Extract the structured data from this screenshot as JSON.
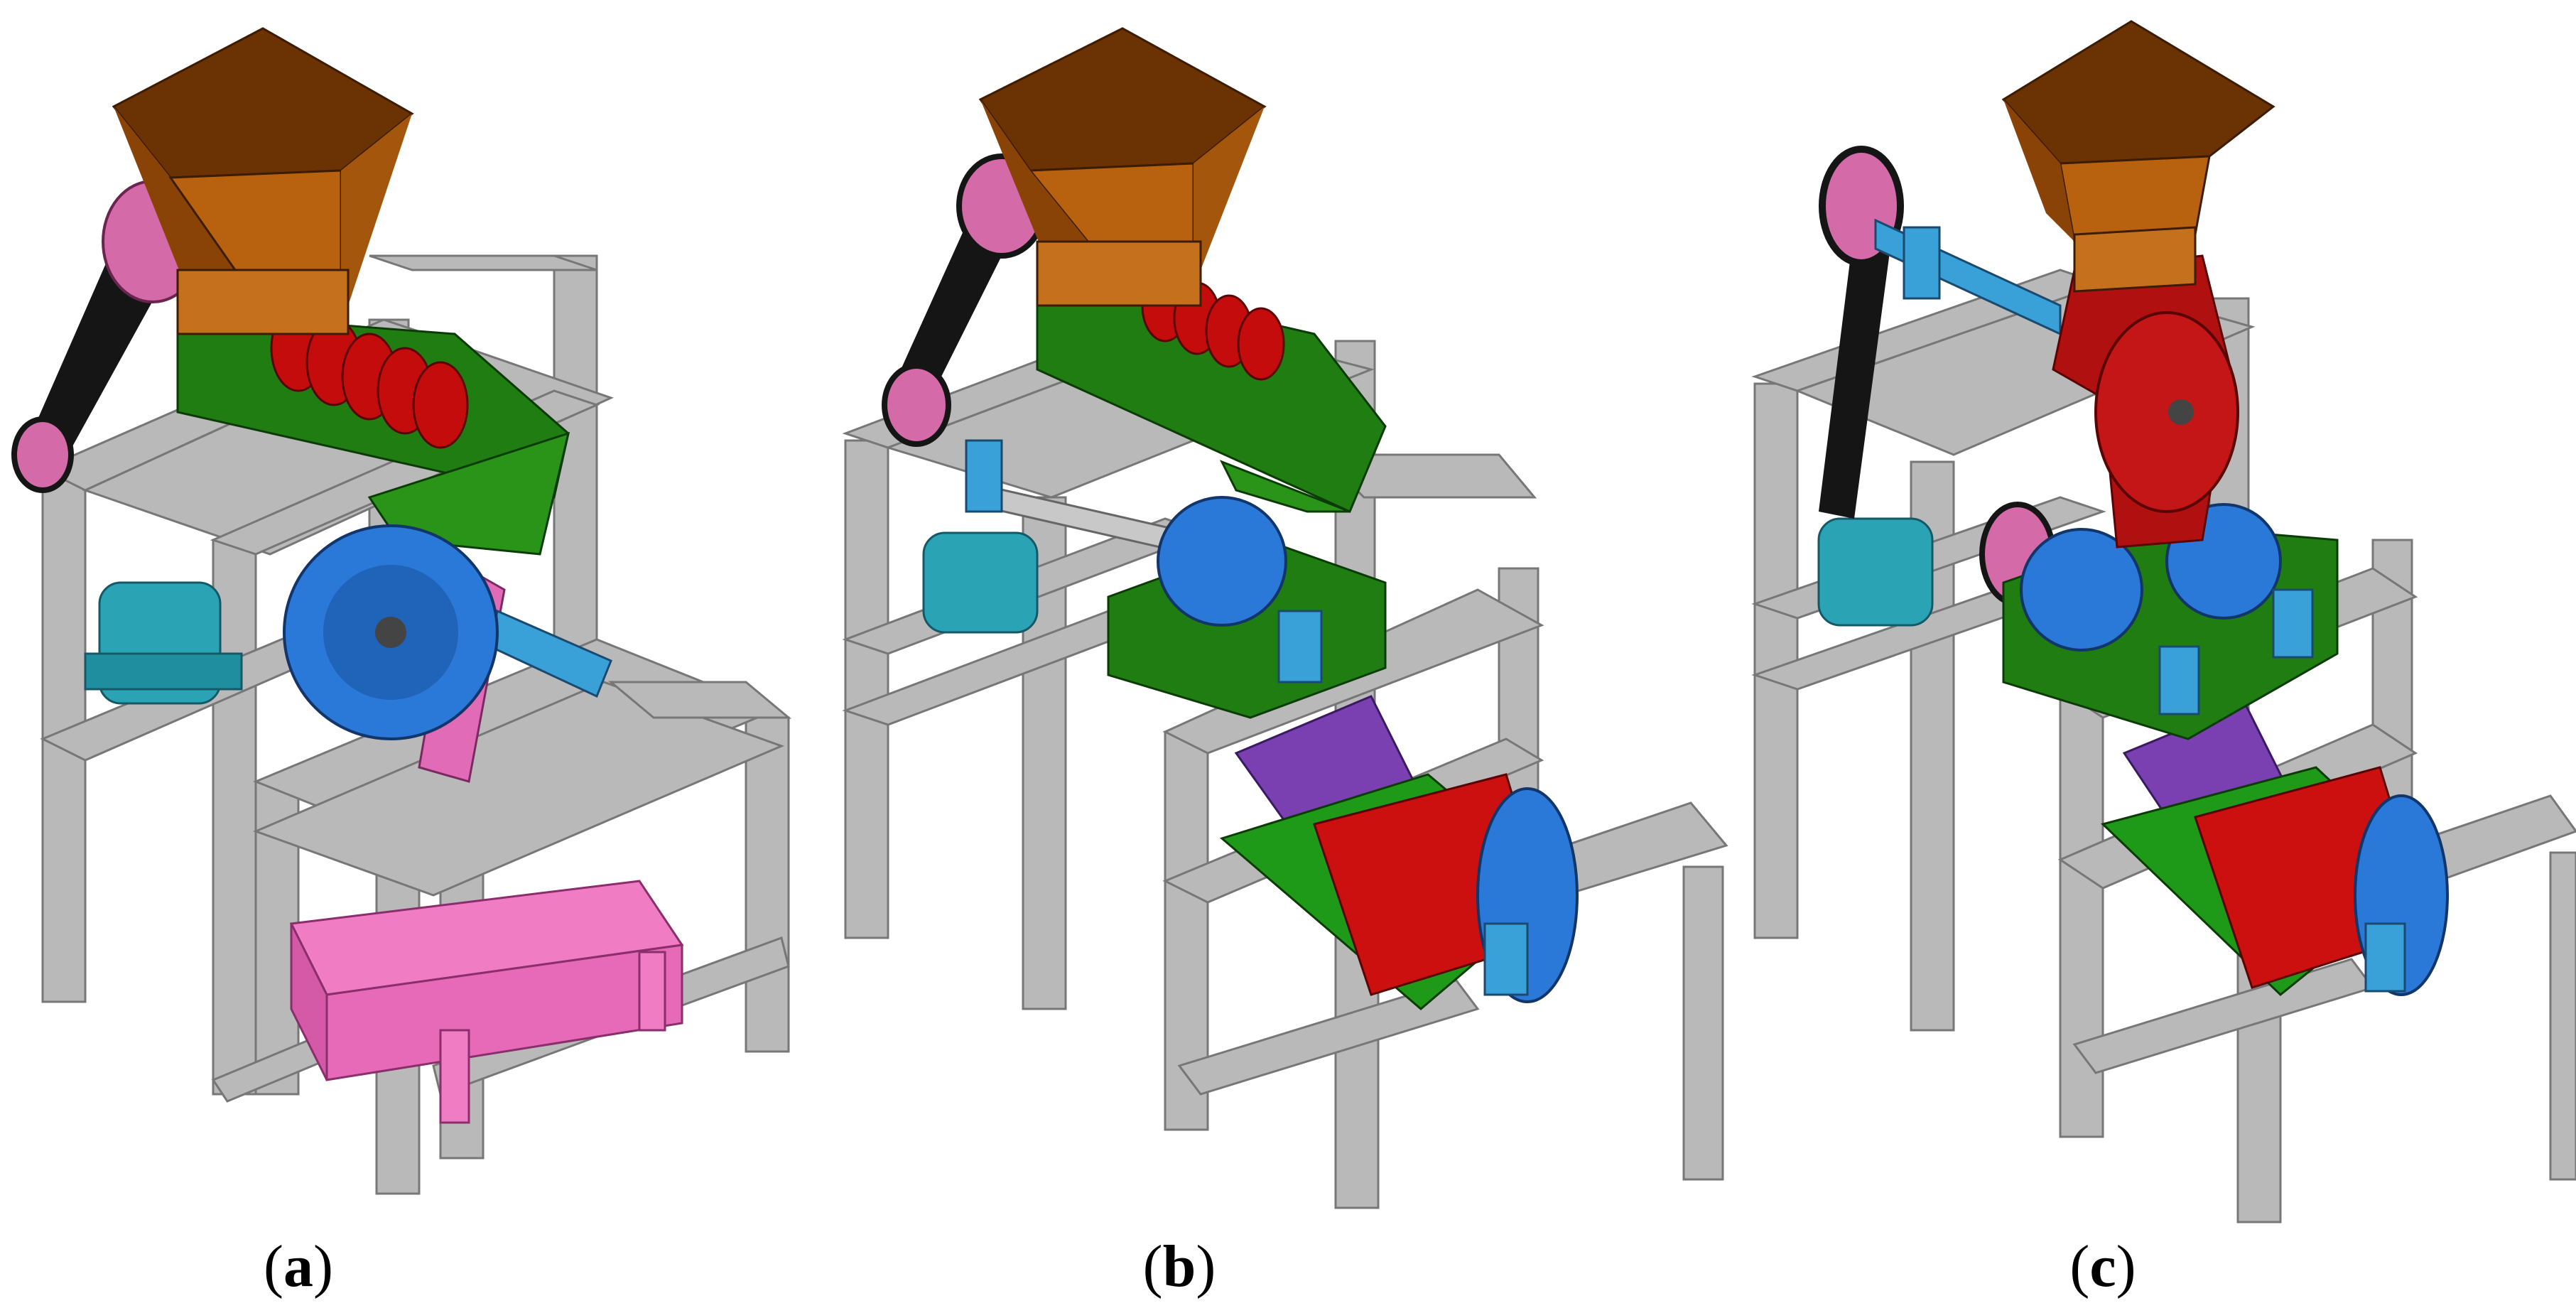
{
  "panels": [
    {
      "id": "a",
      "caption_open": "(",
      "caption_letter": "a",
      "caption_close": ")"
    },
    {
      "id": "b",
      "caption_open": "(",
      "caption_letter": "b",
      "caption_close": ")"
    },
    {
      "id": "c",
      "caption_open": "(",
      "caption_letter": "c",
      "caption_close": ")"
    }
  ],
  "colors": {
    "frame": "#b9b9b9",
    "frame_dark": "#8e8e8e",
    "hopper": "#b8610f",
    "hopper_dark": "#6b3304",
    "trough": "#1f7d12",
    "screw": "#c40c0c",
    "gear": "#2a78d8",
    "bearing": "#3aa0d8",
    "motor": "#2aa3b5",
    "belt": "#151515",
    "pulley": "#d46aa8",
    "sieve": "#e26bb8",
    "drum": "#cc1010",
    "chute": "#7a3fb0",
    "crusher": "#b01010"
  }
}
